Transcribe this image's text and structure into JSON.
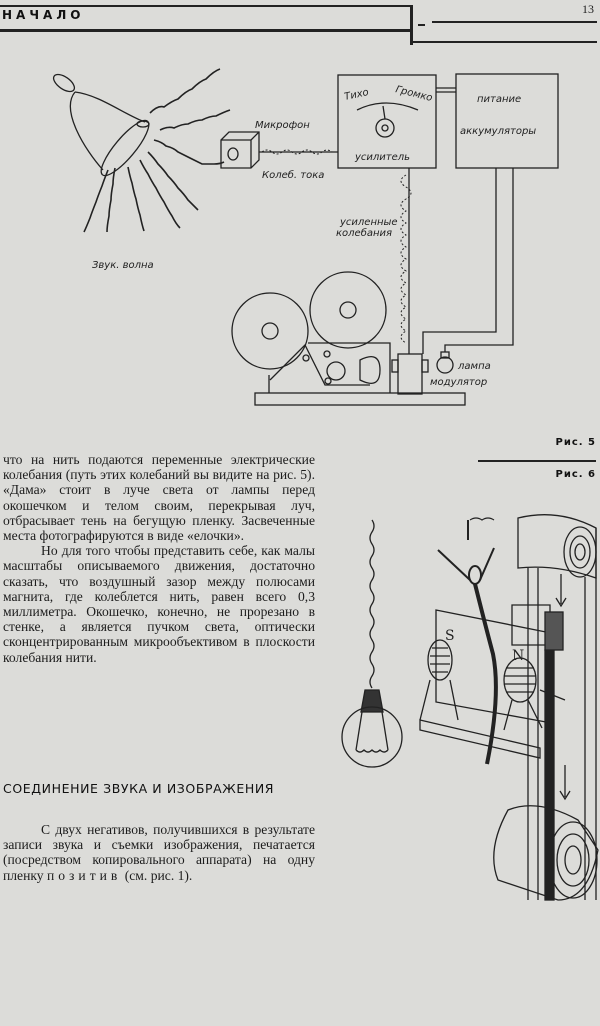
{
  "header": {
    "section_title": "НАЧАЛО",
    "page_number": "13"
  },
  "figure5": {
    "caption": "Рис. 5",
    "labels": {
      "sound_wave": "Звук. волна",
      "microphone": "Микрофон",
      "current_oscillation": "Колеб. тока",
      "quiet": "Тихо",
      "loud": "Громко",
      "amplifier": "усилитель",
      "power": "питание",
      "batteries": "аккумуляторы",
      "amplified_1": "усиленные",
      "amplified_2": "колебания",
      "lamp": "лампа",
      "modulator": "модулятор"
    }
  },
  "figure6": {
    "caption": "Рис. 6",
    "labels": {
      "pole_s": "S",
      "pole_n": "N"
    }
  },
  "body": {
    "paragraph1": "что на нить подаются переменные электрические колебания (путь этих колебаний вы видите на рис. 5). «Дама» стоит в луче света от лампы перед окошечком и телом своим, перекрывая луч, отбрасывает тень на бегущую пленку. Засвеченные места фотографируются в виде «елочки».",
    "paragraph2": "Но для того чтобы представить себе, как малы масштабы описываемого движения, достаточно сказать, что воздушный зазор между полюсами магнита, где колеблется нить, равен всего 0,3 миллиметра. Окошечко, конечно, не прорезано в стенке, а является пучком света, оптически сконцентрированным микрообъективом в плоскости колебания нити.",
    "section_heading": "СОЕДИНЕНИЕ ЗВУКА И ИЗОБРАЖЕНИЯ",
    "paragraph3_start": "С двух негативов, получившихся в результате записи звука и съемки изображения, печатается (посредством копировального аппарата) на одну пленку",
    "paragraph3_emph": "позитив",
    "paragraph3_end": "(см. рис. 1)."
  }
}
